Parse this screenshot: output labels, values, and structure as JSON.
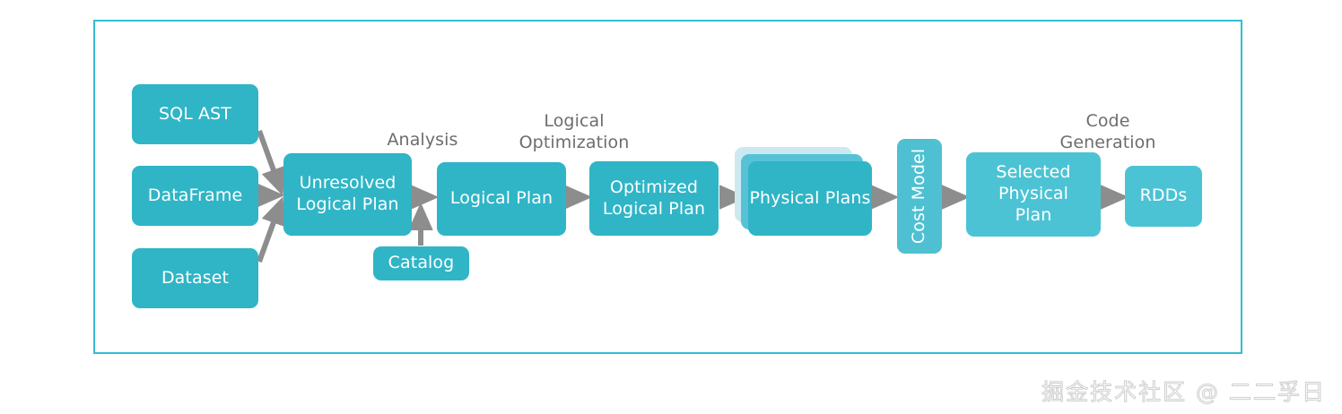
{
  "diagram": {
    "title": "Spark SQL Catalyst Optimizer pipeline",
    "frame_border_color": "#35bcd4",
    "node_color": "#2fb5c6",
    "node_color_light": "#4ec0d1",
    "stack_back_color": "#cce9f1",
    "stack_mid_color": "#57c2d6",
    "arrow_color": "#8d8d8d",
    "label_color": "#6d6d6d",
    "nodes": [
      {
        "id": "sql-ast",
        "label": "SQL AST"
      },
      {
        "id": "dataframe",
        "label": "DataFrame"
      },
      {
        "id": "dataset",
        "label": "Dataset"
      },
      {
        "id": "unresolved-logical-plan",
        "label": "Unresolved\nLogical Plan"
      },
      {
        "id": "catalog",
        "label": "Catalog"
      },
      {
        "id": "logical-plan",
        "label": "Logical Plan"
      },
      {
        "id": "optimized-logical-plan",
        "label": "Optimized\nLogical Plan"
      },
      {
        "id": "physical-plans",
        "label": "Physical Plans"
      },
      {
        "id": "cost-model",
        "label": "Cost Model"
      },
      {
        "id": "selected-physical-plan",
        "label": "Selected\nPhysical\nPlan"
      },
      {
        "id": "rdds",
        "label": "RDDs"
      }
    ],
    "stage_labels": [
      {
        "id": "analysis",
        "label": "Analysis"
      },
      {
        "id": "logical-optimization",
        "label": "Logical\nOptimization"
      },
      {
        "id": "code-generation",
        "label": "Code\nGeneration"
      }
    ]
  },
  "watermark": {
    "text": "掘金技术社区 @ 二二孚日"
  }
}
